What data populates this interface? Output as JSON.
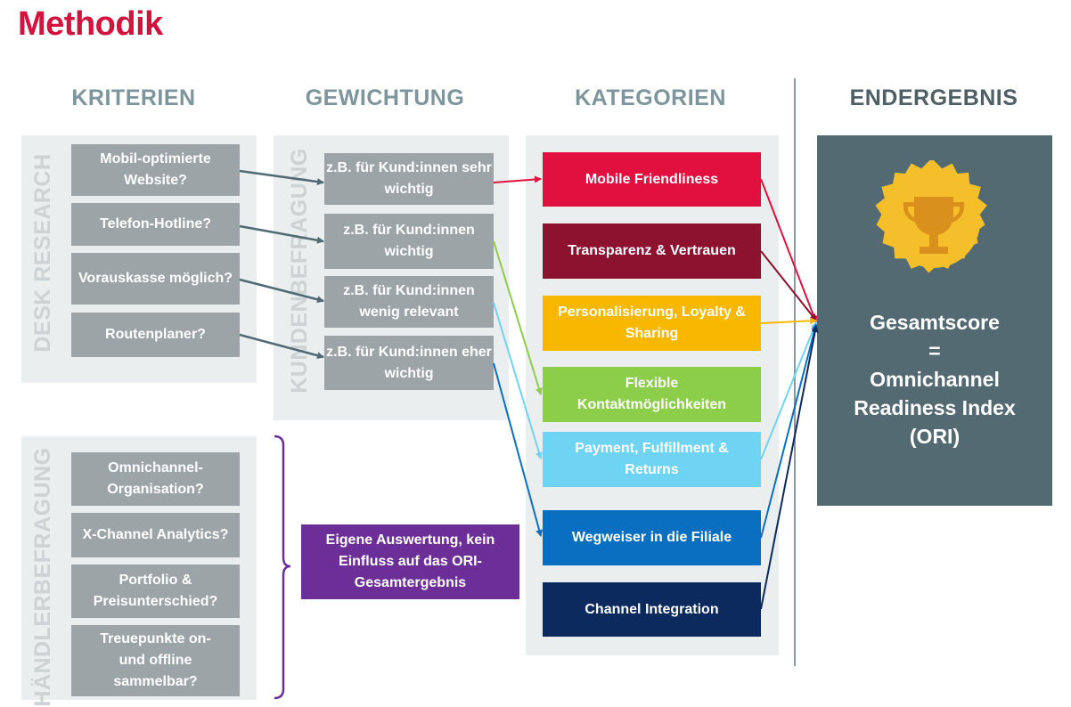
{
  "title": "Methodik",
  "columns": {
    "kriterien": "KRITERIEN",
    "gewichtung": "GEWICHTUNG",
    "kategorien": "KATEGORIEN",
    "endergebnis": "ENDERGEBNIS"
  },
  "desk_research": {
    "label": "DESK RESEARCH",
    "items": [
      "Mobil-optimierte Website?",
      "Telefon-Hotline?",
      "Vorauskasse möglich?",
      "Routenplaner?"
    ]
  },
  "kundenbefragung": {
    "label": "KUNDENBEFRAGUNG",
    "items": [
      "z.B. für Kund:innen sehr wichtig",
      "z.B. für Kund:innen wichtig",
      "z.B. für Kund:innen wenig relevant",
      "z.B. für Kund:innen eher wichtig"
    ]
  },
  "haendlerbefragung": {
    "label": "HÄNDLERBEFRAGUNG",
    "items": [
      "Omnichannel-Organisation?",
      "X-Channel Analytics?",
      "Portfolio & Preisunterschied?",
      "Treuepunkte on- und offline sammelbar?"
    ]
  },
  "eigene_auswertung": "Eigene Auswertung, kein Einfluss auf das ORI-Gesamtergebnis",
  "categories": [
    {
      "label": "Mobile Friendliness",
      "color": "#e2103f"
    },
    {
      "label": "Transparenz & Vertrauen",
      "color": "#8c1230"
    },
    {
      "label": "Personalisierung, Loyalty & Sharing",
      "color": "#f9b800"
    },
    {
      "label": "Flexible Kontaktmöglichkeiten",
      "color": "#8ccd4a"
    },
    {
      "label": "Payment, Fulfillment & Returns",
      "color": "#6fd4f3"
    },
    {
      "label": "Wegweiser in die Filiale",
      "color": "#0a6fc0"
    },
    {
      "label": "Channel Integration",
      "color": "#0c2a5e"
    }
  ],
  "result": {
    "line1": "Gesamtscore",
    "line2": "=",
    "line3": "Omnichannel",
    "line4": "Readiness Index",
    "line5": "(ORI)",
    "icon": "trophy-icon",
    "badge_color": "#f4bf2a"
  },
  "colors": {
    "brand_red": "#d4123e",
    "arrow_gray": "#4f6a73",
    "purple": "#6c2f97"
  }
}
